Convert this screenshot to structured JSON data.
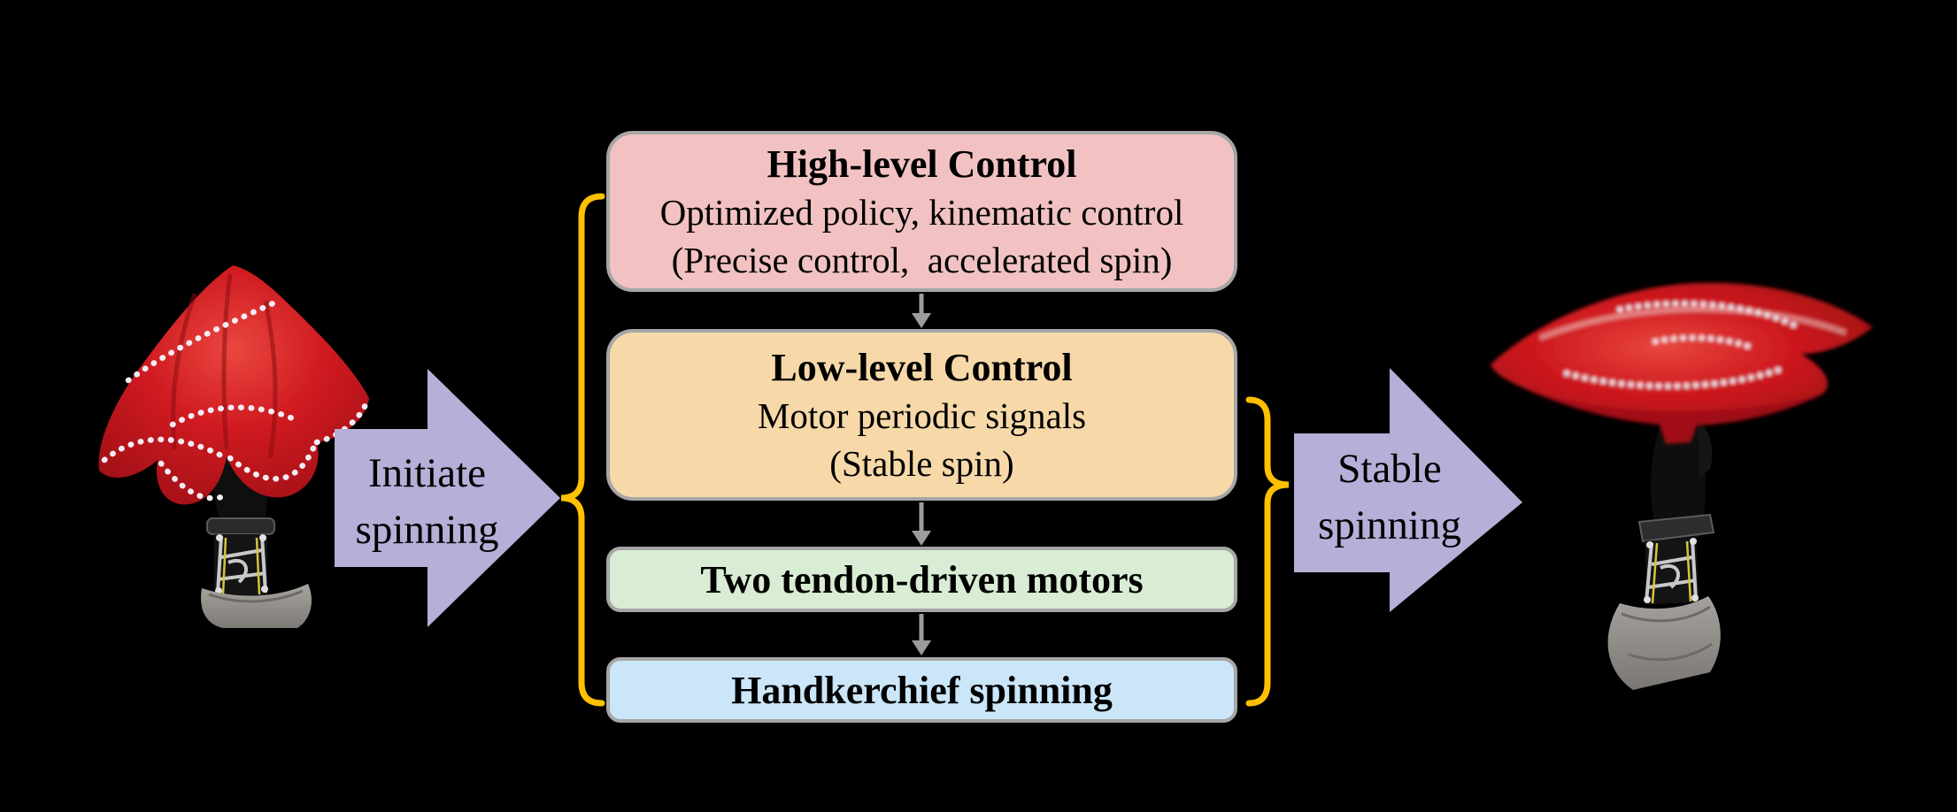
{
  "figure": {
    "background": "#000000",
    "left_label_arrow": {
      "lines": [
        "Initiate",
        "spinning"
      ],
      "color": "#B6AFD8"
    },
    "right_label_arrow": {
      "lines": [
        "Stable",
        "spinning"
      ],
      "color": "#B6AFD8"
    },
    "brace_color": "#FFC000",
    "connector_color": "#9C9C9C",
    "boxes": [
      {
        "title": "High-level Control",
        "line2": "Optimized policy, kinematic control",
        "line3": "(Precise control,  accelerated spin)",
        "fill": "#F2C2C2",
        "border": "#A6A6A6"
      },
      {
        "title": "Low-level Control",
        "line2": "Motor periodic signals",
        "line3": "(Stable spin)",
        "fill": "#F7D8A8",
        "border": "#A6A6A6"
      },
      {
        "title": "Two tendon-driven motors",
        "fill": "#D8EDD3",
        "border": "#A6A6A6"
      },
      {
        "title": "Handkerchief spinning",
        "fill": "#CBE6F8",
        "border": "#A6A6A6"
      }
    ],
    "photos": {
      "left": {
        "description": "Robot hand holding a draped red sequined handkerchief"
      },
      "right": {
        "description": "Robot hand with red handkerchief spinning flat (motion blur)"
      }
    }
  }
}
